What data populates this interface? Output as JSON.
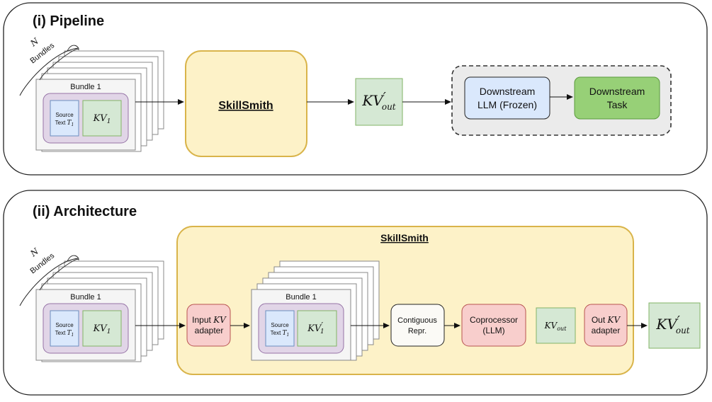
{
  "panels": {
    "pipeline": {
      "title": "(i) Pipeline"
    },
    "architecture": {
      "title": "(ii) Architecture"
    }
  },
  "stack": {
    "count_symbol": "N",
    "count_word": "Bundles",
    "bundle_label": "Bundle 1",
    "source_line1": "Source",
    "source_line2": "Text",
    "source_var": "T",
    "source_sub": "1",
    "kv_var": "KV",
    "kv_sub": "1"
  },
  "pipeline": {
    "skillsmith_label": "SkillSmith",
    "output_kv": {
      "var": "KV",
      "prime": "′",
      "sub": "out"
    },
    "downstream_llm": [
      "Downstream",
      "LLM (Frozen)"
    ],
    "downstream_task": [
      "Downstream",
      "Task"
    ]
  },
  "architecture": {
    "skillsmith_title": "SkillSmith",
    "input_adapter": {
      "line1_text": "Input ",
      "line1_var": "KV",
      "line2": "adapter"
    },
    "inner_bundle_label": "Bundle 1",
    "inner_kv": {
      "var": "KV",
      "prime": "′",
      "sub": "1"
    },
    "contiguous": [
      "Contiguous",
      "Repr."
    ],
    "coprocessor": [
      "Coprocessor",
      "(LLM)"
    ],
    "kv_out": {
      "var": "KV",
      "sub": "out"
    },
    "out_adapter": {
      "line1_text": "Out ",
      "line1_var": "KV",
      "line2": "adapter"
    },
    "final_kv": {
      "var": "KV",
      "prime": "′",
      "sub": "out"
    }
  },
  "colors": {
    "panel_stroke": "#222222",
    "skillsmith_fill": "#fdf2c8",
    "skillsmith_stroke": "#d9b44a",
    "green_fill": "#d5e8d4",
    "green_stroke": "#82b366",
    "blue_fill": "#dae8fc",
    "blue_stroke": "#6c8ebf",
    "purple_fill": "#e1d5e7",
    "purple_stroke": "#9673a6",
    "pink_fill": "#f8cecc",
    "pink_stroke": "#b85450",
    "task_fill": "#97d077",
    "task_stroke": "#5a9a3c",
    "downstream_bg": "#ebebeb"
  }
}
